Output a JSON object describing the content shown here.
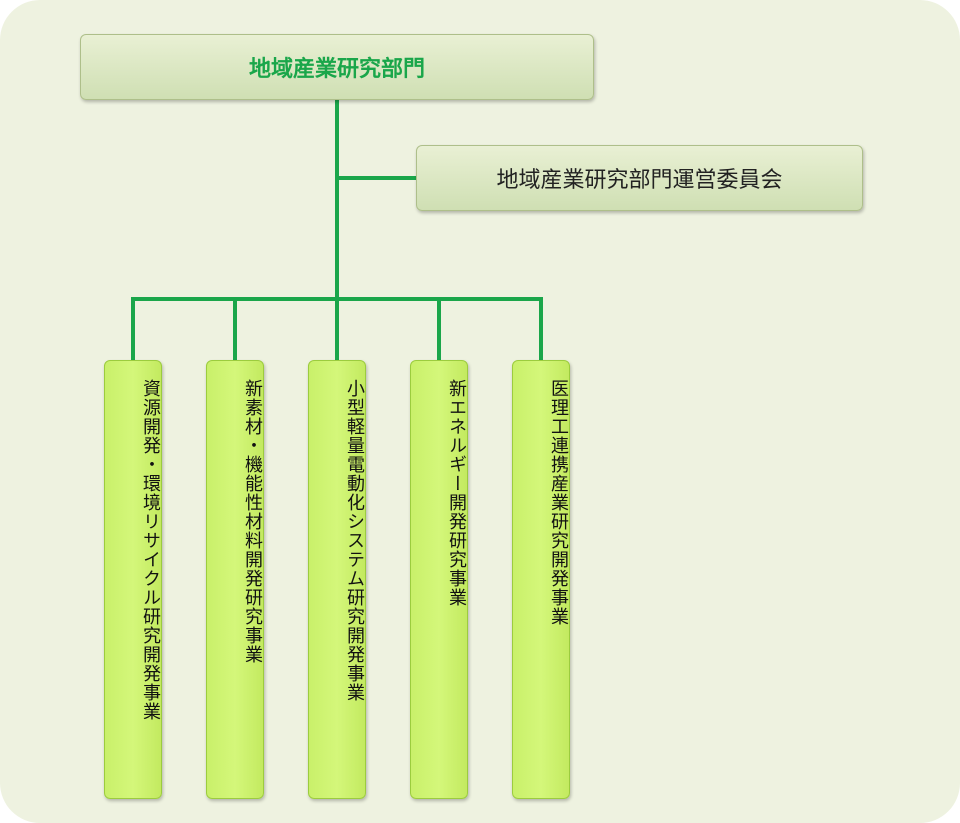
{
  "root": {
    "label": "地域産業研究部門"
  },
  "committee": {
    "label": "地域産業研究部門運営委員会"
  },
  "departments": [
    {
      "label": "資源開発・環境リサイクル研究開発事業"
    },
    {
      "label": "新素材・機能性材料開発研究事業"
    },
    {
      "label": "小型軽量電動化システム研究開発事業"
    },
    {
      "label": "新エネルギー開発研究事業"
    },
    {
      "label": "医理工連携産業研究開発事業"
    }
  ],
  "colors": {
    "connector": "#1aa64a",
    "title_text": "#1aa64a",
    "background": "#eef2e0",
    "dept_fill": "#d4f77a"
  }
}
